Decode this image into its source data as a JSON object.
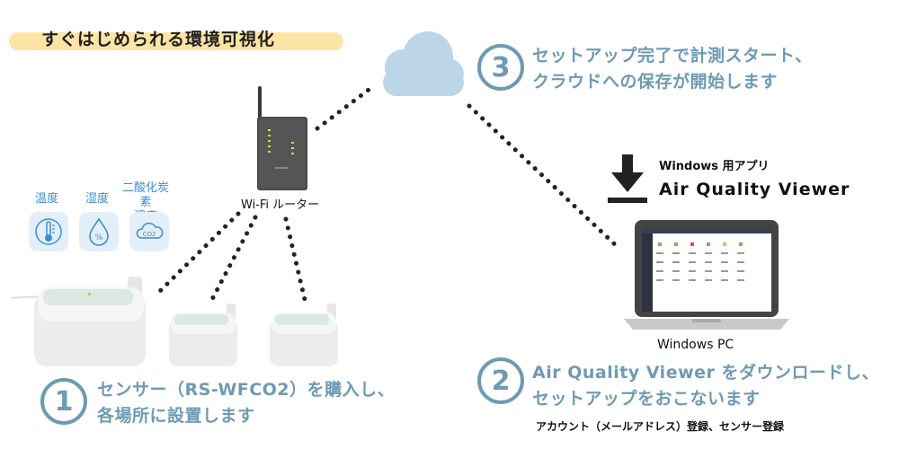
{
  "headline": "すぐはじめられる環境可視化",
  "router_label": "Wi-Fi ルーター",
  "metrics": [
    {
      "label": "温度",
      "icon": "thermometer-icon"
    },
    {
      "label": "湿度",
      "icon": "humidity-drop-icon"
    },
    {
      "label": "二酸化炭素濃度",
      "label_line1": "二酸化炭素",
      "label_line2": "濃度",
      "icon": "co2-cloud-icon",
      "icon_text": "CO2"
    }
  ],
  "download": {
    "small": "Windows 用アプリ",
    "app_name": "Air Quality Viewer"
  },
  "pc_label": "Windows PC",
  "steps": [
    {
      "number": "1",
      "line1": "センサー（RS-WFCO2）を購入し、",
      "line2": "各場所に設置します"
    },
    {
      "number": "2",
      "line1": "Air Quality Viewer をダウンロードし、",
      "line2": "セットアップをおこないます"
    },
    {
      "number": "3",
      "line1": "セットアップ完了で計測スタート、",
      "line2": "クラウドへの保存が開始します"
    }
  ],
  "account_note": "アカウント（メールアドレス）登録、センサー登録",
  "colors": {
    "accent": "#6e9ab3",
    "highlight": "#fce4a6",
    "metric_blue": "#3d8ed0",
    "cloud": "#bcd6e8"
  }
}
